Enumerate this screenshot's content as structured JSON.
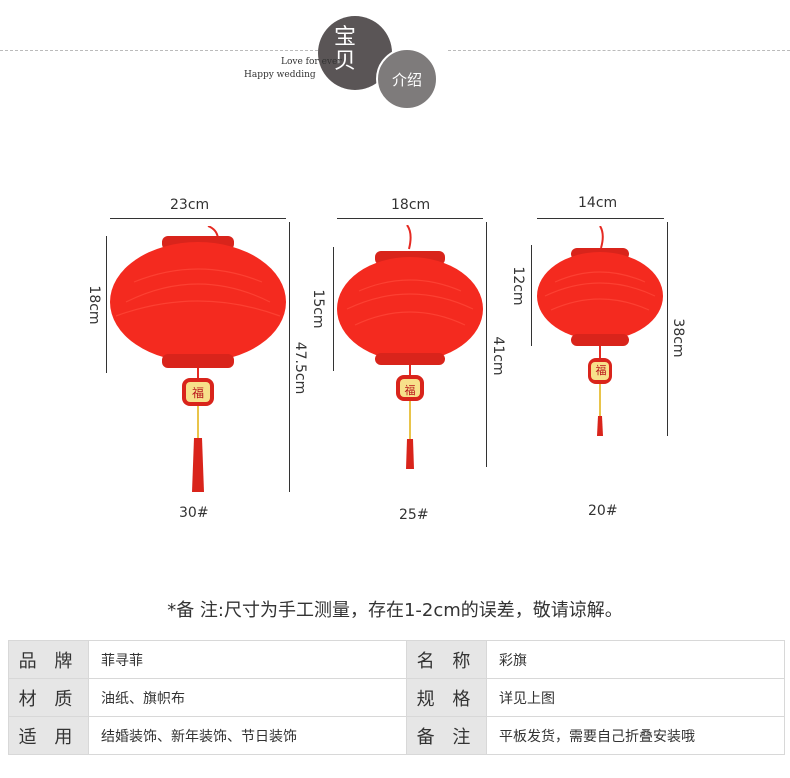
{
  "header": {
    "circle_large_text": "宝 贝",
    "circle_small_text": "介绍",
    "tagline_1": "Love for ever",
    "tagline_2": "Happy wedding"
  },
  "lanterns": [
    {
      "model": "30#",
      "width": "23cm",
      "body_height": "18cm",
      "total_height": "47.5cm",
      "charm": "福"
    },
    {
      "model": "25#",
      "width": "18cm",
      "body_height": "15cm",
      "total_height": "41cm",
      "charm": "福"
    },
    {
      "model": "20#",
      "width": "14cm",
      "body_height": "12cm",
      "total_height": "38cm",
      "charm": "福"
    }
  ],
  "note": "*备 注:尺寸为手工测量，存在1-2cm的误差，敬请谅解。",
  "spec_table": [
    {
      "k1": "品 牌",
      "v1": "菲寻菲",
      "k2": "名 称",
      "v2": "彩旗"
    },
    {
      "k1": "材 质",
      "v1": "油纸、旗帜布",
      "k2": "规 格",
      "v2": "详见上图"
    },
    {
      "k1": "适 用",
      "v1": "结婚装饰、新年装饰、节日装饰",
      "k2": "备 注",
      "v2": "平板发货，需要自己折叠安装哦"
    }
  ],
  "colors": {
    "lantern_red": "#f42a1f",
    "circle_dark": "#5a5556",
    "circle_light": "#7e7b7b",
    "charm_gold": "#e9c44a"
  }
}
